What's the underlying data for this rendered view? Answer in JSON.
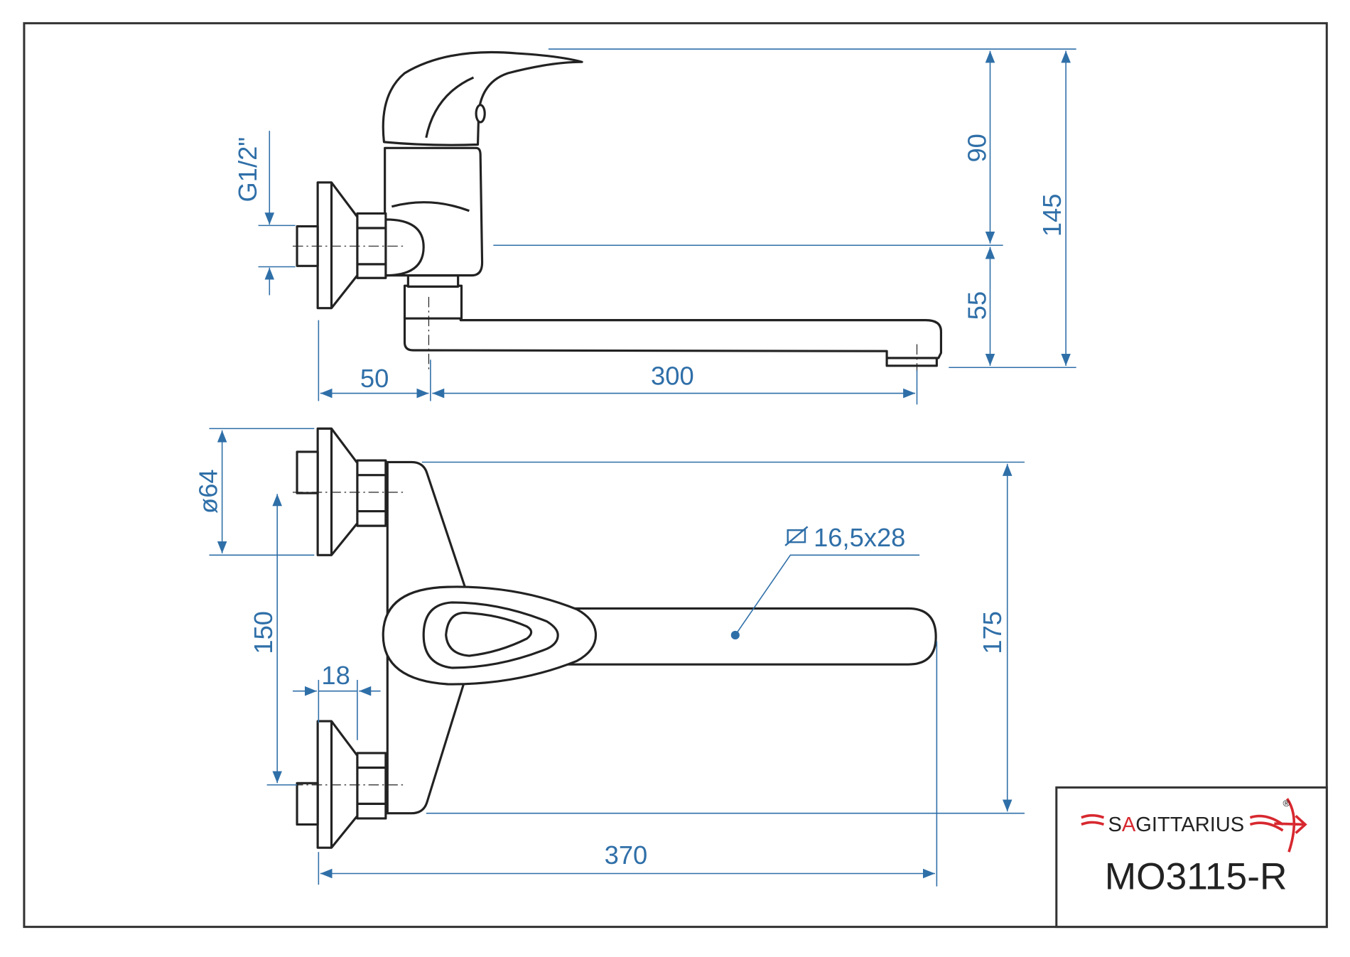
{
  "dimensions": {
    "thread": "G1/2\"",
    "height_upper": "90",
    "height_lower": "55",
    "height_total": "145",
    "offset_wall": "50",
    "spout_reach": "300",
    "flange_diameter": "ø64",
    "connection_spacing": "150",
    "eccentric": "18",
    "body_height": "175",
    "total_length": "370",
    "spout_section": "16,5x28"
  },
  "title_block": {
    "brand": "SAGITTARIUS",
    "brand_prefix": "S",
    "brand_accent": "A",
    "brand_suffix": "GITTARIUS",
    "registered": "®",
    "model": "MO3115-R"
  },
  "colors": {
    "dimension": "#2f6fa8",
    "outline": "#222222",
    "brand_red": "#d7282f"
  }
}
